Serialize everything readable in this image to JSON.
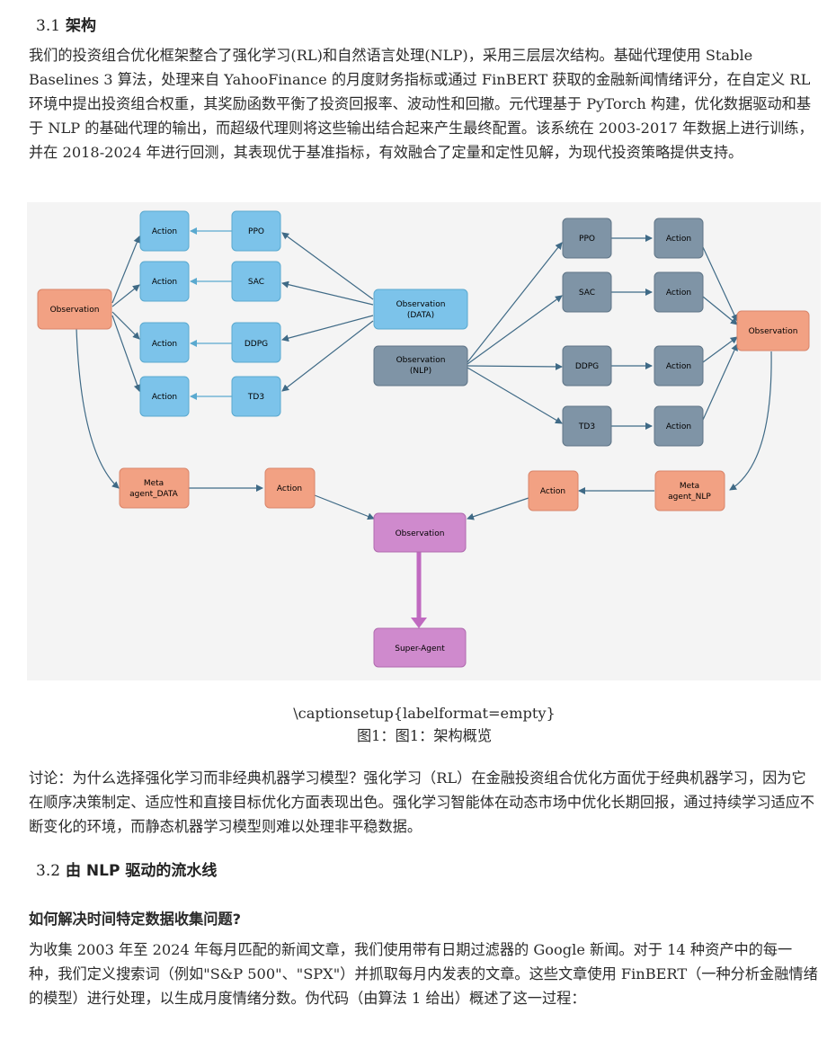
{
  "sec31": {
    "num": "3.1",
    "title": "架构"
  },
  "para1": "我们的投资组合优化框架整合了强化学习(RL)和自然语言处理(NLP)，采用三层层次结构。基础代理使用 Stable Baselines 3 算法，处理来自 YahooFinance 的月度财务指标或通过 FinBERT 获取的金融新闻情绪评分，在自定义 RL 环境中提出投资组合权重，其奖励函数平衡了投资回报率、波动性和回撤。元代理基于 PyTorch 构建，优化数据驱动和基于 NLP 的基础代理的输出，而超级代理则将这些输出结合起来产生最终配置。该系统在 2003-2017 年数据上进行训练，并在 2018-2024 年进行回测，其表现优于基准指标，有效融合了定量和定性见解，为现代投资策略提供支持。",
  "diagram": {
    "nodes": {
      "obs_left": "Observation",
      "a1": "Action",
      "a2": "Action",
      "a3": "Action",
      "a4": "Action",
      "ppo_l": "PPO",
      "sac_l": "SAC",
      "ddpg_l": "DDPG",
      "td3_l": "TD3",
      "obs_data_1": "Observation",
      "obs_data_2": "(DATA)",
      "obs_nlp_1": "Observation",
      "obs_nlp_2": "(NLP)",
      "ppo_r": "PPO",
      "sac_r": "SAC",
      "ddpg_r": "DDPG",
      "td3_r": "TD3",
      "ra1": "Action",
      "ra2": "Action",
      "ra3": "Action",
      "ra4": "Action",
      "obs_right": "Observation",
      "meta_data_1": "Meta",
      "meta_data_2": "agent_DATA",
      "action_data": "Action",
      "action_nlp": "Action",
      "meta_nlp_1": "Meta",
      "meta_nlp_2": "agent_NLP",
      "obs_center": "Observation",
      "super": "Super-Agent"
    },
    "colors": {
      "blue": "#7cc3ea",
      "gray": "#7f94a6",
      "salmon": "#f2a183",
      "purple": "#cf8acd"
    }
  },
  "caption1": "\\captionsetup{labelformat=empty}",
  "caption2": "图1：图1：架构概览",
  "para2": "讨论：为什么选择强化学习而非经典机器学习模型？强化学习（RL）在金融投资组合优化方面优于经典机器学习，因为它在顺序决策制定、适应性和直接目标优化方面表现出色。强化学习智能体在动态市场中优化长期回报，通过持续学习适应不断变化的环境，而静态机器学习模型则难以处理非平稳数据。",
  "sec32": {
    "num": "3.2",
    "title": "由 NLP 驱动的流水线"
  },
  "subq": "如何解决时间特定数据收集问题?",
  "para3": "为收集 2003 年至 2024 年每月匹配的新闻文章，我们使用带有日期过滤器的 Google 新闻。对于 14 种资产中的每一种，我们定义搜索词（例如\"S&P 500\"、\"SPX\"）并抓取每月内发表的文章。这些文章使用 FinBERT（一种分析金融情绪的模型）进行处理，以生成月度情绪分数。伪代码（由算法 1 给出）概述了这一过程："
}
